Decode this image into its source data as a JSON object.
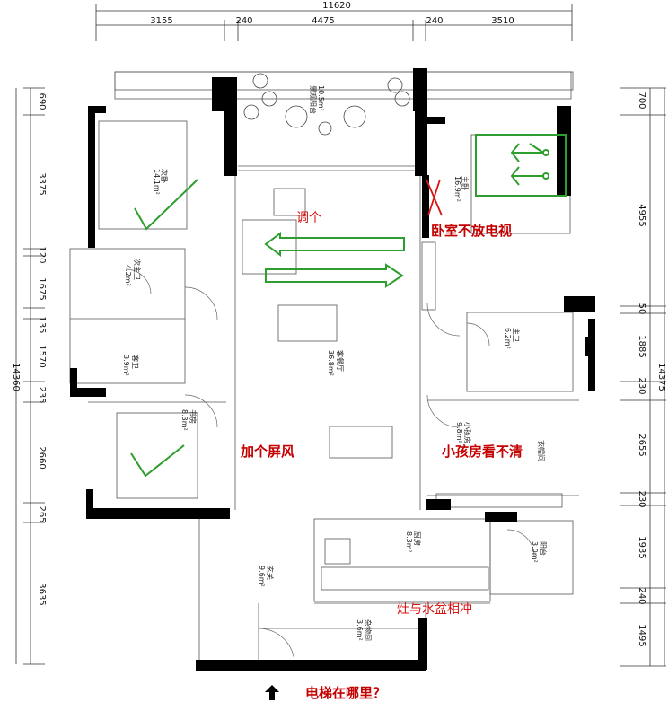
{
  "dimensions": {
    "top_total": "11620",
    "top_segments": [
      "3155",
      "240",
      "4475",
      "240",
      "3510"
    ],
    "left_total": "14360",
    "left_segments": [
      "690",
      "3375",
      "120",
      "1675",
      "135",
      "1570",
      "235",
      "2660",
      "265",
      "3635"
    ],
    "right_total": "14375",
    "right_segments": [
      "700",
      "4955",
      "50",
      "1885",
      "230",
      "2655",
      "230",
      "1935",
      "240",
      "1495"
    ]
  },
  "rooms": {
    "landscape_balcony": {
      "name": "景观阳台",
      "area": "10.5m²"
    },
    "second_bedroom": {
      "name": "次卧",
      "area": "14.1m²"
    },
    "master_bedroom": {
      "name": "主卧",
      "area": "16.9m²"
    },
    "second_bath": {
      "name": "次主卫",
      "area": "4.2m²"
    },
    "guest_bath": {
      "name": "客卫",
      "area": "3.9m²"
    },
    "living_dining": {
      "name": "客餐厅",
      "area": "36.8m²"
    },
    "master_bath": {
      "name": "主卫",
      "area": "6.2m²"
    },
    "study": {
      "name": "书房",
      "area": "8.3m²"
    },
    "kids_room": {
      "name": "小孩房",
      "area": "9.8m²"
    },
    "walk_in": {
      "name": "衣帽间"
    },
    "kitchen": {
      "name": "厨房",
      "area": "8.3m²"
    },
    "service_balcony": {
      "name": "阳台",
      "area": "3.0m²"
    },
    "foyer": {
      "name": "玄关",
      "area": "9.6m²"
    },
    "storage": {
      "name": "杂物间",
      "area": "3.6m²"
    }
  },
  "annotations": {
    "swap": "调个",
    "no_tv": "卧室不放电视",
    "screen": "加个屏风",
    "kids_unclear": "小孩房看不清",
    "stove_sink": "灶与水盆相冲",
    "elevator": "电梯在哪里？"
  },
  "colors": {
    "wall": "#000000",
    "markup_green": "#2e9e2e",
    "markup_red": "#d81414",
    "line": "#555555"
  }
}
